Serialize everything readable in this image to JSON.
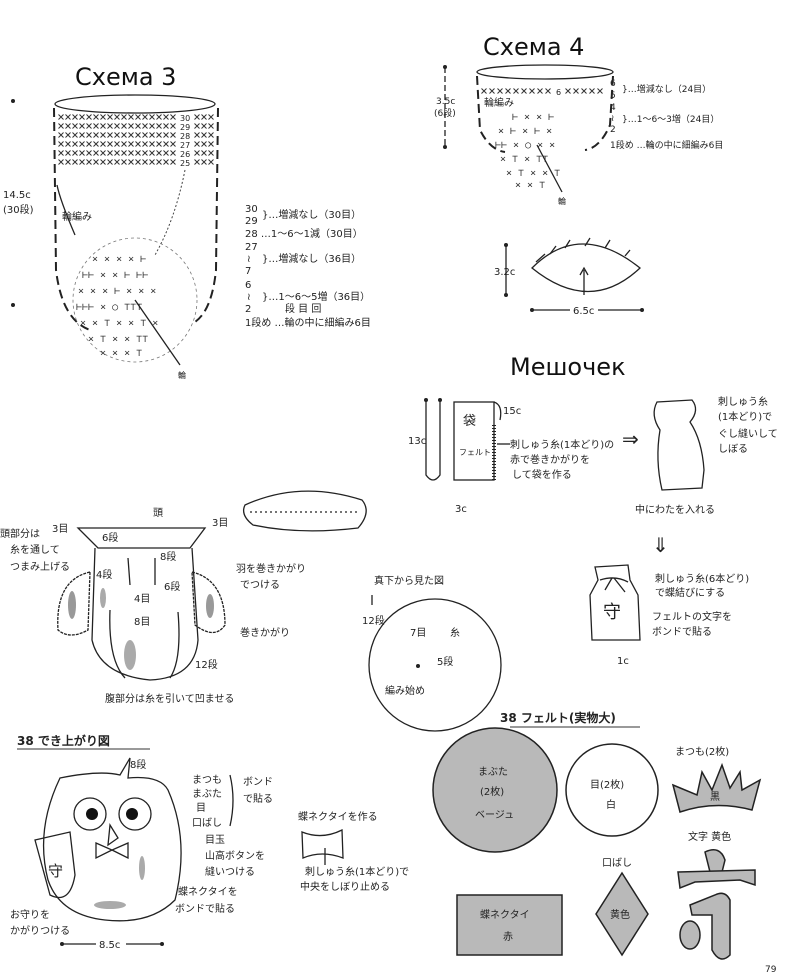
{
  "titles": {
    "scheme3": "Схема 3",
    "scheme4": "Схема 4",
    "pouch": "Мешочек"
  },
  "scheme3": {
    "height_label": "14.5c",
    "rows_label": "(30段)",
    "round_label": "輪編み",
    "ring_label": "輪",
    "row_numbers": [
      "30",
      "29",
      "28",
      "27",
      "26",
      "25"
    ],
    "instructions": [
      "30",
      "29",
      "}…増減なし（30目）",
      "28 …1〜6〜1減（30目）",
      "27",
      "≀",
      "7",
      "}…増減なし（36目）",
      "6",
      "≀",
      "2",
      "}…1〜6〜5増（36目）",
      "段 目 回",
      "1段め …輪の中に細編み6目"
    ]
  },
  "scheme4": {
    "height_label": "3.5c",
    "rows_label": "(6段)",
    "round_label": "輪編み",
    "ring_label": "輪",
    "row_marker": "6",
    "instructions": [
      "6",
      "5",
      "}…増減なし（24目）",
      "4",
      "≀",
      "2",
      "}…1〜6〜3増（24目）",
      "1段め …輪の中に細編み6目"
    ]
  },
  "leaf": {
    "height_label": "3.2c",
    "width_label": "6.5c"
  },
  "pouch": {
    "height_label": "13c",
    "pouch_kanji": "袋",
    "felt_label": "フェルト",
    "size_label": "15c",
    "width_label": "3c",
    "note1": [
      "刺しゅう糸(1本どり)の",
      "赤で巻きかがりを",
      "して袋を作る"
    ],
    "arrow_right": "⇒",
    "note2": [
      "刺しゅう糸",
      "(1本どり)で",
      "ぐし縫いして",
      "しぼる"
    ],
    "stuff_note": "中にわたを入れる",
    "arrow_down": "⇓",
    "note3": [
      "刺しゅう糸(6本どり)",
      "で蝶結びにする"
    ],
    "note4": [
      "フェルトの文字を",
      "ボンドで貼る"
    ],
    "char": "守",
    "bottom_label": "1c"
  },
  "owl_assembly": {
    "head": "頭",
    "stitch3_left": "3目",
    "stitch3_right": "3目",
    "head_note": [
      "頭部分は",
      "糸を通して",
      "つまみ上げる"
    ],
    "row6a": "6段",
    "row8": "8段",
    "row4": "4段",
    "row6b": "6段",
    "st4": "4目",
    "st8": "8目",
    "wing_note": [
      "羽を巻きかがり",
      "でつける"
    ],
    "whip": "巻きかがり",
    "row12": "12段",
    "belly_note": "腹部分は糸を引いて凹ませる"
  },
  "bottom_view": {
    "title": "真下から見た図",
    "row12": "12段",
    "st7": "7目",
    "yarn": "糸",
    "row5": "5段",
    "start": "編み始め"
  },
  "finished": {
    "header": "38 でき上がり図",
    "row8": "8段",
    "parts": [
      "まつも",
      "まぶた",
      "目",
      "口ばし"
    ],
    "glue": [
      "ボンド",
      "で貼る"
    ],
    "eyes": [
      "目玉",
      "山高ボタンを",
      "縫いつける"
    ],
    "bow_note": [
      "蝶ネクタイを",
      "ボンドで貼る"
    ],
    "amulet_note": [
      "お守りを",
      "かがりつける"
    ],
    "width": "8.5c",
    "char": "守"
  },
  "bow": {
    "title": "蝶ネクタイを作る",
    "note": [
      "刺しゅう糸(1本どり)で",
      "中央をしぼり止める"
    ]
  },
  "felt": {
    "header": "38 フェルト(実物大)",
    "eyelid": [
      "まぶた",
      "(2枚)",
      "ベージュ"
    ],
    "eye": [
      "目(2枚)",
      "白"
    ],
    "lashes_title": "まつも(2枚)",
    "lashes_color": "黒",
    "letter_title": "文字 黄色",
    "beak_title": "口ばし",
    "beak_color": "黄色",
    "bowtie": [
      "蝶ネクタイ",
      "赤"
    ]
  },
  "page_number": "79",
  "colors": {
    "felt_gray": "#b9b9b9",
    "ink": "#222222"
  }
}
